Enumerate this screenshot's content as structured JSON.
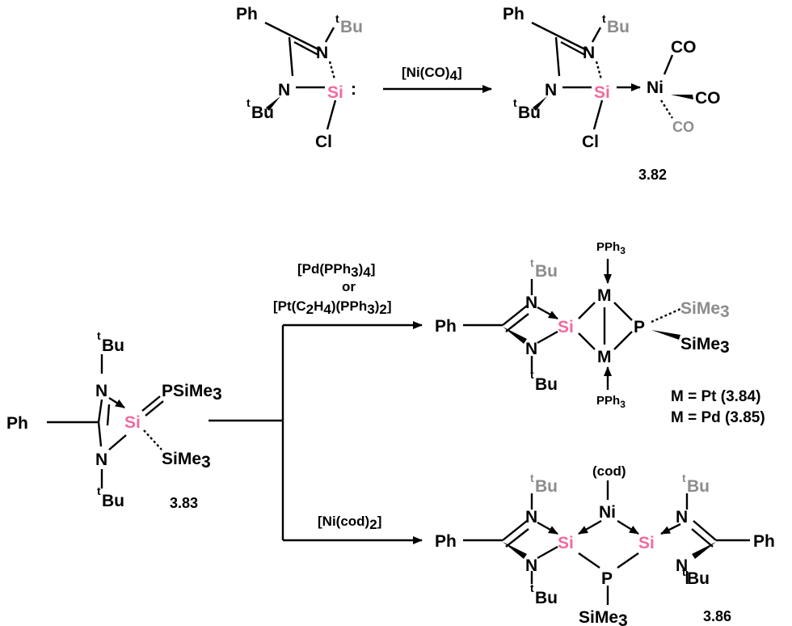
{
  "colors": {
    "silicon": "#f06aa0",
    "grey": "#8c8c8c",
    "black": "#000000"
  },
  "labels": {
    "ph": "Ph",
    "n": "N",
    "si": "Si",
    "cl": "Cl",
    "ni": "Ni",
    "co": "CO",
    "tbu_sup": "t",
    "tbu_main": "Bu",
    "p": "P",
    "m": "M",
    "pph3_main": "PPh",
    "pph3_sub": "3",
    "psime3_main": "PSiMe",
    "sime3_main": "SiMe",
    "three": "3",
    "cod": "(cod)",
    "colon": ":"
  },
  "reagents": {
    "r1": "[Ni(CO)4]",
    "r1_parts": [
      "[Ni(CO)",
      "4",
      "]"
    ],
    "r2_line1_parts": [
      "[Pd(PPh",
      "3",
      ")",
      "4",
      "]"
    ],
    "r2_line2": "or",
    "r2_line3_parts": [
      "[Pt(C",
      "2",
      "H",
      "4",
      ")(PPh",
      "3",
      ")",
      "2",
      "]"
    ],
    "r3_parts": [
      "[Ni(cod)",
      "2",
      "]"
    ]
  },
  "compounds": {
    "c382": "3.82",
    "c383": "3.83",
    "c386": "3.86",
    "m_pt": "M = Pt (3.84)",
    "m_pd": "M = Pd (3.85)"
  }
}
